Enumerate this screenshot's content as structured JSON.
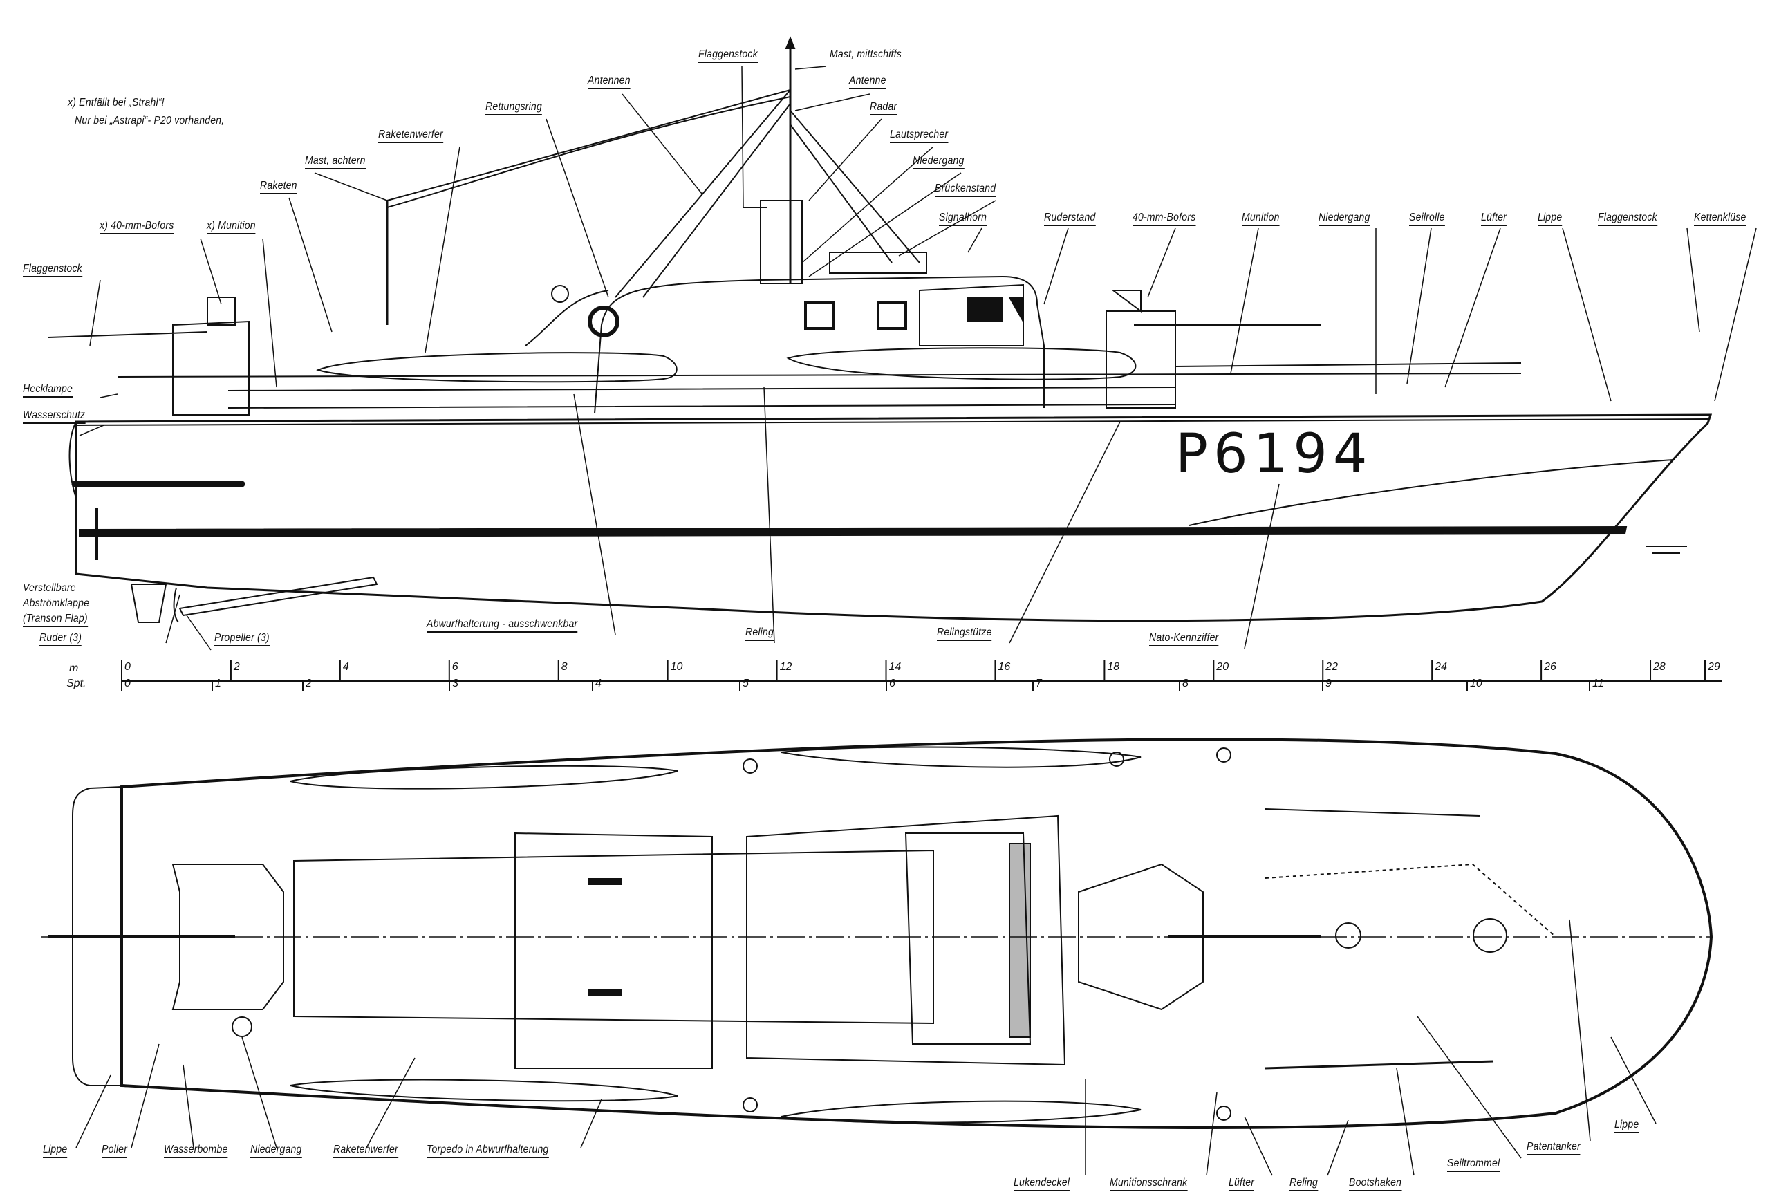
{
  "note": {
    "line1": "x) Entfällt bei „Strahl“!",
    "line2": "Nur bei „Astrapi“- P20 vorhanden,"
  },
  "hull_number": "P6194",
  "side_view_labels": {
    "flaggenstock_mid": "Flaggenstock",
    "mast_mittschiffs": "Mast, mittschiffs",
    "antennen": "Antennen",
    "antenne": "Antenne",
    "radar": "Radar",
    "rettungsring": "Rettungsring",
    "lautsprecher": "Lautsprecher",
    "raketenwerfer": "Raketenwerfer",
    "niedergang_top": "Niedergang",
    "mast_achtern": "Mast, achtern",
    "brueckenstand": "Brückenstand",
    "raketen": "Raketen",
    "signalhorn": "Signalhorn",
    "ruderstand": "Ruderstand",
    "bofors_fwd": "40-mm-Bofors",
    "munition_fwd": "Munition",
    "niedergang_fwd": "Niedergang",
    "seilrolle": "Seilrolle",
    "luefter": "Lüfter",
    "lippe": "Lippe",
    "flaggenstock_bow": "Flaggenstock",
    "kettenkluese": "Kettenklüse",
    "bofors_aft": "x) 40-mm-Bofors",
    "munition_aft": "x) Munition",
    "flaggenstock_stern": "Flaggenstock",
    "hecklampe": "Hecklampe",
    "wasserschutz": "Wasserschutz",
    "flap1": "Verstellbare",
    "flap2": "Abströmklappe",
    "flap3": "(Transon Flap)",
    "ruder": "Ruder (3)",
    "propeller": "Propeller (3)",
    "abwurfhalterung": "Abwurfhalterung - ausschwenkbar",
    "reling": "Reling",
    "relingstuetze": "Relingstütze",
    "nato": "Nato-Kennziffer"
  },
  "scale": {
    "m_label": "m",
    "spt_label": "Spt.",
    "m_ticks": [
      "0",
      "2",
      "4",
      "6",
      "8",
      "10",
      "12",
      "14",
      "16",
      "18",
      "20",
      "22",
      "24",
      "26",
      "28",
      "29"
    ],
    "spt_ticks": [
      "0",
      "1",
      "2",
      "3",
      "4",
      "5",
      "6",
      "7",
      "8",
      "9",
      "10",
      "11"
    ]
  },
  "plan_view_labels": {
    "lippe_aft": "Lippe",
    "poller": "Poller",
    "wasserbombe": "Wasserbombe",
    "niedergang": "Niedergang",
    "raketenwerfer": "Raketenwerfer",
    "torpedo": "Torpedo in Abwurfhalterung",
    "lukendeckel": "Lukendeckel",
    "munitionsschrank": "Munitionsschrank",
    "luefter": "Lüfter",
    "reling": "Reling",
    "bootshaken": "Bootshaken",
    "seiltrommel": "Seiltrommel",
    "patentanker": "Patentanker",
    "lippe_bow": "Lippe"
  }
}
